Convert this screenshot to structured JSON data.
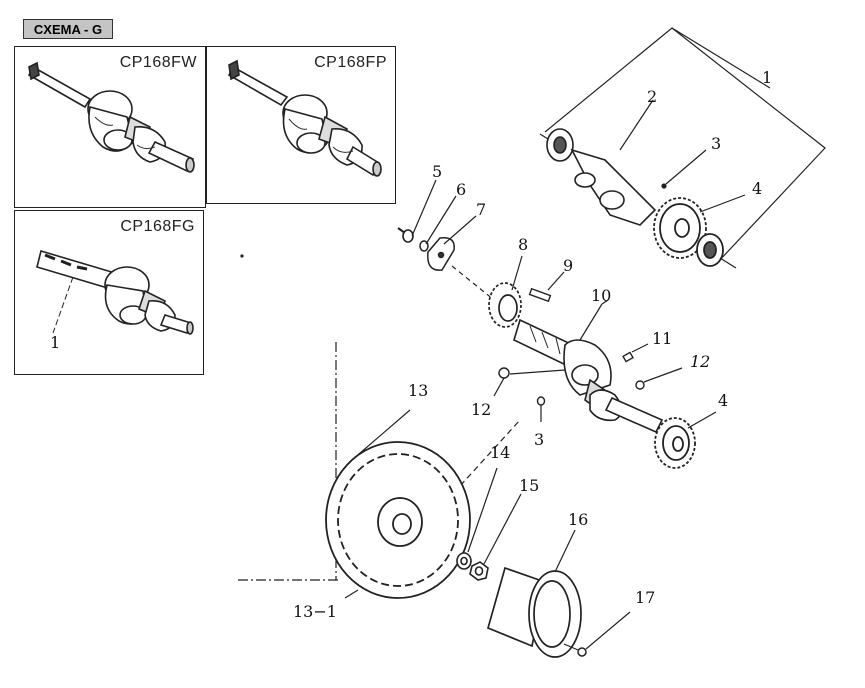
{
  "scheme_label": "CXEMA - G",
  "variants": [
    {
      "label": "CP168FW"
    },
    {
      "label": "CP168FP"
    },
    {
      "label": "CP168FG"
    }
  ],
  "variant_fg_callout": "1",
  "callouts": {
    "c1": "1",
    "c2": "2",
    "c3a": "3",
    "c4a": "4",
    "c5": "5",
    "c6": "6",
    "c7": "7",
    "c8": "8",
    "c9": "9",
    "c10": "10",
    "c11": "11",
    "c12a": "12",
    "c12b": "12",
    "c3b": "3",
    "c4b": "4",
    "c13": "13",
    "c14": "14",
    "c15": "15",
    "c16": "16",
    "c13_1": "13−1",
    "c17": "17"
  }
}
